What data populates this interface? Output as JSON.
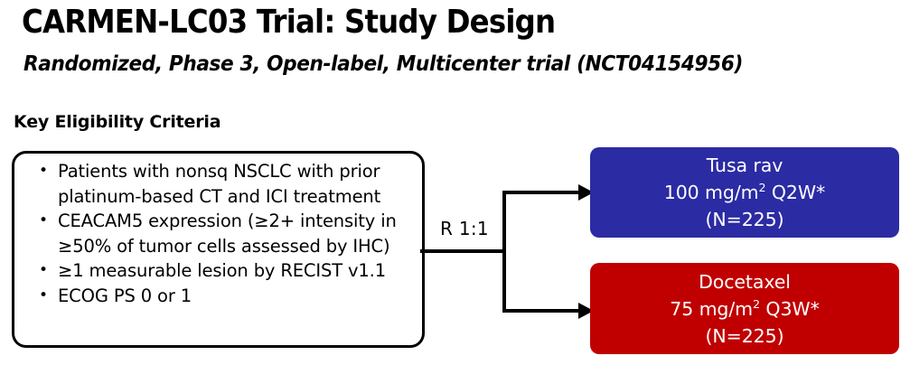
{
  "slide": {
    "title": "CARMEN-LC03 Trial: Study Design",
    "subtitle": "Randomized, Phase 3, Open-label, Multicenter trial (NCT04154956)"
  },
  "eligibility": {
    "heading": "Key Eligibility Criteria",
    "criteria": [
      "Patients with nonsq NSCLC with prior platinum-based CT and ICI treatment",
      "CEACAM5 expression (≥2+ intensity in ≥50% of tumor cells assessed by IHC)",
      "≥1 measurable lesion by RECIST v1.1",
      "ECOG PS 0 or 1"
    ]
  },
  "randomization": {
    "label": "R 1:1"
  },
  "arms": [
    {
      "name": "Tusa rav",
      "dose_prefix": "100 mg/m",
      "dose_exponent": "2",
      "dose_suffix": " Q2W*",
      "enrollment": "(N=225)",
      "color": "#2B2BA4"
    },
    {
      "name": "Docetaxel",
      "dose_prefix": "75 mg/m",
      "dose_exponent": "2",
      "dose_suffix": " Q3W*",
      "enrollment": "(N=225)",
      "color": "#C00000"
    }
  ],
  "colors": {
    "arm_blue": "#2B2BA4",
    "arm_red": "#C00000",
    "outline": "#000000",
    "background": "#FFFFFF",
    "text": "#000000",
    "arm_text": "#FFFFFF"
  }
}
